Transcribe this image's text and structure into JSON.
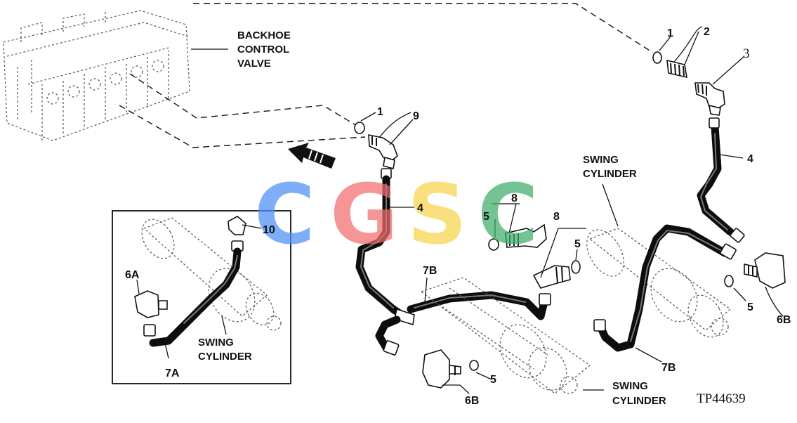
{
  "labels": {
    "control_valve": [
      "BACKHOE",
      "CONTROL",
      "VALVE"
    ],
    "swing_cyl_inset": [
      "SWING",
      "CYLINDER"
    ],
    "swing_cyl_right": [
      "SWING",
      "CYLINDER"
    ],
    "swing_cyl_bottom": [
      "SWING",
      "CYLINDER"
    ]
  },
  "callouts": {
    "c1_top": "1",
    "c2": "2",
    "c3": "3",
    "c4_right": "4",
    "c1_mid": "1",
    "c9": "9",
    "c4_mid": "4",
    "c10": "10",
    "c8_a": "8",
    "c5_a": "5",
    "c8_b": "8",
    "c5_b": "5",
    "c6a": "6A",
    "c7a": "7A",
    "c7b_left": "7B",
    "c7b_right": "7B",
    "c6b_left": "6B",
    "c5_c": "5",
    "c5_d": "5",
    "c6b_right": "6B"
  },
  "figure_id": "TP44639",
  "watermark": {
    "letters": [
      "C",
      "G",
      "S",
      "C"
    ],
    "colors": [
      "#4f8ff7",
      "#f26d6d",
      "#f7d54a",
      "#3fae6a"
    ]
  }
}
